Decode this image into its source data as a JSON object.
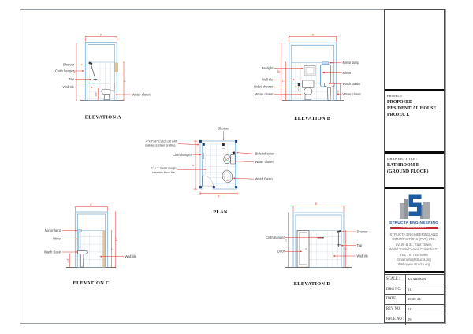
{
  "figures": {
    "elevation_a": {
      "title": "ELEVATION A",
      "labels": {
        "shower": "Shower",
        "cloth_hanger": "Cloth hanger",
        "tap": "Tap",
        "wall_tile": "Wall tile",
        "water_closet": "Water closet"
      },
      "dims": {
        "width": "8'",
        "height": "10'",
        "tile_height": "7'",
        "fixture": "2'-6\""
      }
    },
    "elevation_b": {
      "title": "ELEVATION B",
      "labels": {
        "fanlight": "Fanlight",
        "wall_tile": "Wall tile",
        "bidet_shower": "Bidet shower",
        "water_closet_left": "Water closet",
        "mirror_lamp": "Mirror lamp",
        "mirror": "Mirror",
        "wash_basin": "Wash Basin",
        "water_closet_right": "Water closet"
      },
      "dims": {
        "width": "8'",
        "height": "10'",
        "tile_height": "7'",
        "fixture": "2'-6\""
      }
    },
    "plan": {
      "title": "PLAN",
      "labels": {
        "shower": "Shower",
        "catch_pit_line1": "4\"x4\"x3\" Catch pit with",
        "catch_pit_line2": "stainless steel grating",
        "cloth_hanger": "Cloth hanger",
        "floor_tile_line1": "1' x 1' Semi rough",
        "floor_tile_line2": "ceramic floor tile",
        "bidet_shower": "Bidet shower",
        "water_closet": "Water closet",
        "wash_basin": "Wash Basin"
      },
      "dims": {
        "length": "8'",
        "width": "6'"
      }
    },
    "elevation_c": {
      "title": "ELEVATION C",
      "labels": {
        "mirror_lamp": "Mirror lamp",
        "mirror": "Mirror",
        "wash_basin": "Wash Basin",
        "wall_tile": "Wall tile"
      },
      "dims": {
        "width": "8'",
        "height": "10'",
        "tile_height": "7'",
        "fixture": "2'-6\""
      }
    },
    "elevation_d": {
      "title": "ELEVATION D",
      "labels": {
        "cloth_hanger": "Cloth hanger",
        "door": "Door",
        "shower": "Shower",
        "tap": "Tap",
        "wall_tile": "Wall tile"
      },
      "dims": {
        "width": "8'",
        "height": "10'",
        "tile_height": "7'"
      }
    }
  },
  "title_block": {
    "project_label": "PROJECT :",
    "project_name": "PROPOSED RESIDENTIAL HOUSE PROJECT.",
    "drawing_title_label": "DRAWING TITLE :",
    "drawing_title_line1": "BATHROOM E",
    "drawing_title_line2": "(GROUND FLOOR)",
    "company": {
      "name": "STRUCTA ENGINEERING",
      "tagline": "YOU DREAM, WE BUILD",
      "address_lines": [
        "STRUCTA ENGINEERING AND",
        "CONTRACTORS  (PVT) LTD.",
        "Lvl 26 & 34, East Tower,",
        "World Trade Center, Colombo 01",
        "TEL : 0776575899",
        "Email:info@structa.org",
        "Web:www.structa.org"
      ]
    },
    "table": {
      "rows": [
        {
          "label": "SCALE :",
          "value": "AS SHOWN"
        },
        {
          "label": "DRG NO.",
          "value": "01"
        },
        {
          "label": "DATE",
          "value": "20-08-24"
        },
        {
          "label": "REV NO.",
          "value": "01"
        },
        {
          "label": "PAGE NO :",
          "value": "29"
        }
      ]
    }
  },
  "colors": {
    "dimension_red": "#e03226",
    "wall_blue": "#79aed6",
    "logo_blue": "#1b5ca3",
    "tagline_red": "#c1272d"
  }
}
